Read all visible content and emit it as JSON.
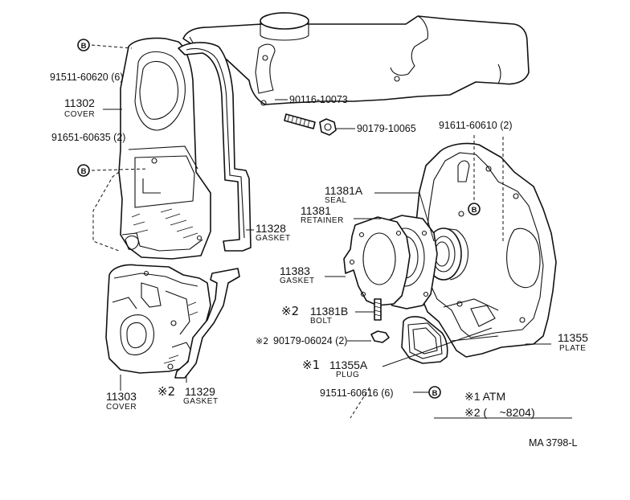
{
  "labels": {
    "bolt_b_top": "91511-60620 (6)",
    "cover_upper_no": "11302",
    "cover_upper_name": "COVER",
    "bolt_b_left": "91651-60635 (2)",
    "stud_no": "90116-10073",
    "nut_no": "90179-10065",
    "bolt_b_right": "91611-60610 (2)",
    "seal_no": "11381A",
    "seal_name": "SEAL",
    "retainer_no": "11381",
    "retainer_name": "RETAINER",
    "gasket_upper_no": "11328",
    "gasket_upper_name": "GASKET",
    "gasket_ret_no": "11383",
    "gasket_ret_name": "GASKET",
    "bolt2_no": "11381B",
    "bolt2_name": "BOLT",
    "nut2_no": "90179-06024 (2)",
    "plug_no": "11355A",
    "plug_name": "PLUG",
    "plate_no": "11355",
    "plate_name": "PLATE",
    "cover_lower_no": "11303",
    "cover_lower_name": "COVER",
    "gasket_lower_no": "11329",
    "gasket_lower_name": "GASKET",
    "bolt_b_bottom": "91511-60616 (6)",
    "mark_b": "B",
    "mark1": "※1",
    "mark2": "※2",
    "legend_1": "※1 ATM",
    "legend_2": "※2 (    ~8204)",
    "ref_code": "MA 3798-L"
  }
}
